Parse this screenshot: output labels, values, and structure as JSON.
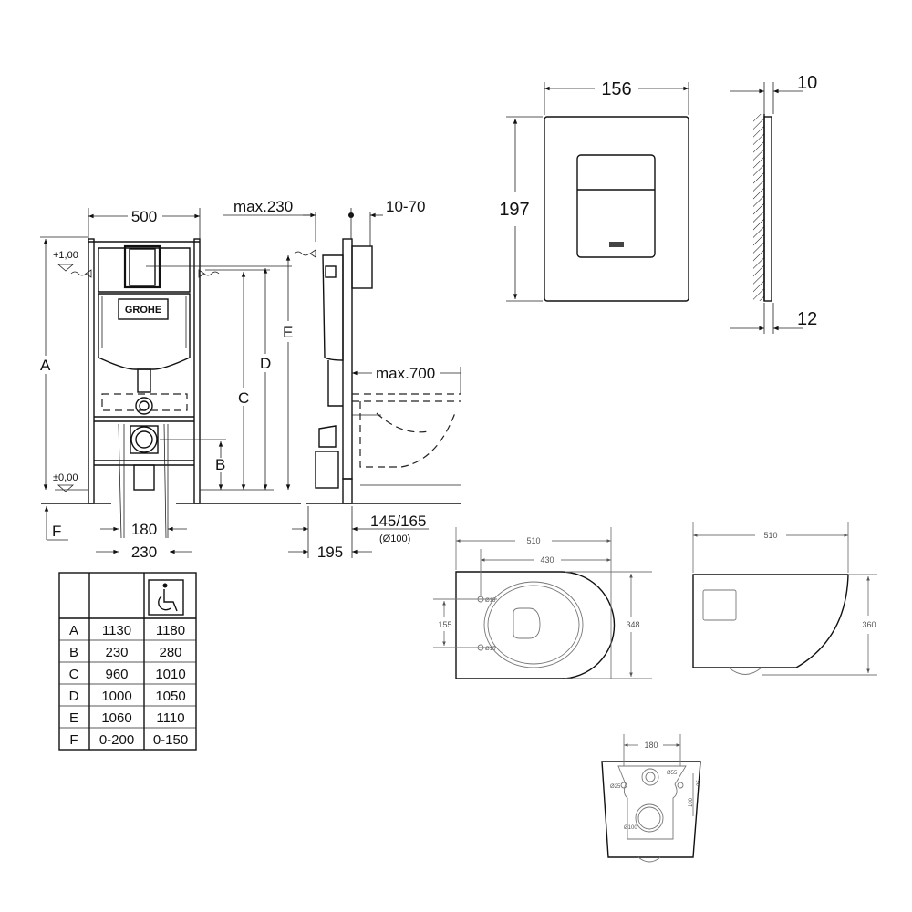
{
  "frame_front": {
    "width_dim": "500",
    "level_top": "+1,00",
    "level_zero": "±0,00",
    "label_a": "A",
    "label_b": "B",
    "label_c": "C",
    "label_d": "D",
    "label_f": "F",
    "dim_180": "180",
    "dim_230": "230",
    "brand": "GROHE"
  },
  "frame_side": {
    "max230": "max.230",
    "dim_10_70": "10-70",
    "label_e": "E",
    "max700": "max.700",
    "dim_145_165": "145/165",
    "dim_d100": "(Ø100)",
    "dim_195": "195"
  },
  "flush_plate": {
    "width": "156",
    "height": "197",
    "depth_top": "10",
    "depth_bottom": "12"
  },
  "table": {
    "accessible_icon": "wheelchair-icon",
    "rows": [
      {
        "key": "A",
        "standard": "1130",
        "accessible": "1180"
      },
      {
        "key": "B",
        "standard": "230",
        "accessible": "280"
      },
      {
        "key": "C",
        "standard": "960",
        "accessible": "1010"
      },
      {
        "key": "D",
        "standard": "1000",
        "accessible": "1050"
      },
      {
        "key": "E",
        "standard": "1060",
        "accessible": "1110"
      },
      {
        "key": "F",
        "standard": "0-200",
        "accessible": "0-150"
      }
    ]
  },
  "bowl_top": {
    "length": "510",
    "hole_distance": "430",
    "hole_spacing": "155",
    "width": "348",
    "hole_1": "Ø15",
    "hole_2": "Ø15"
  },
  "bowl_side": {
    "length": "510",
    "height": "360"
  },
  "bowl_back": {
    "spacing": "180",
    "inlet": "Ø55",
    "bolt": "Ø25",
    "outlet": "Ø100",
    "offset_small": "35",
    "offset_large": "100"
  }
}
